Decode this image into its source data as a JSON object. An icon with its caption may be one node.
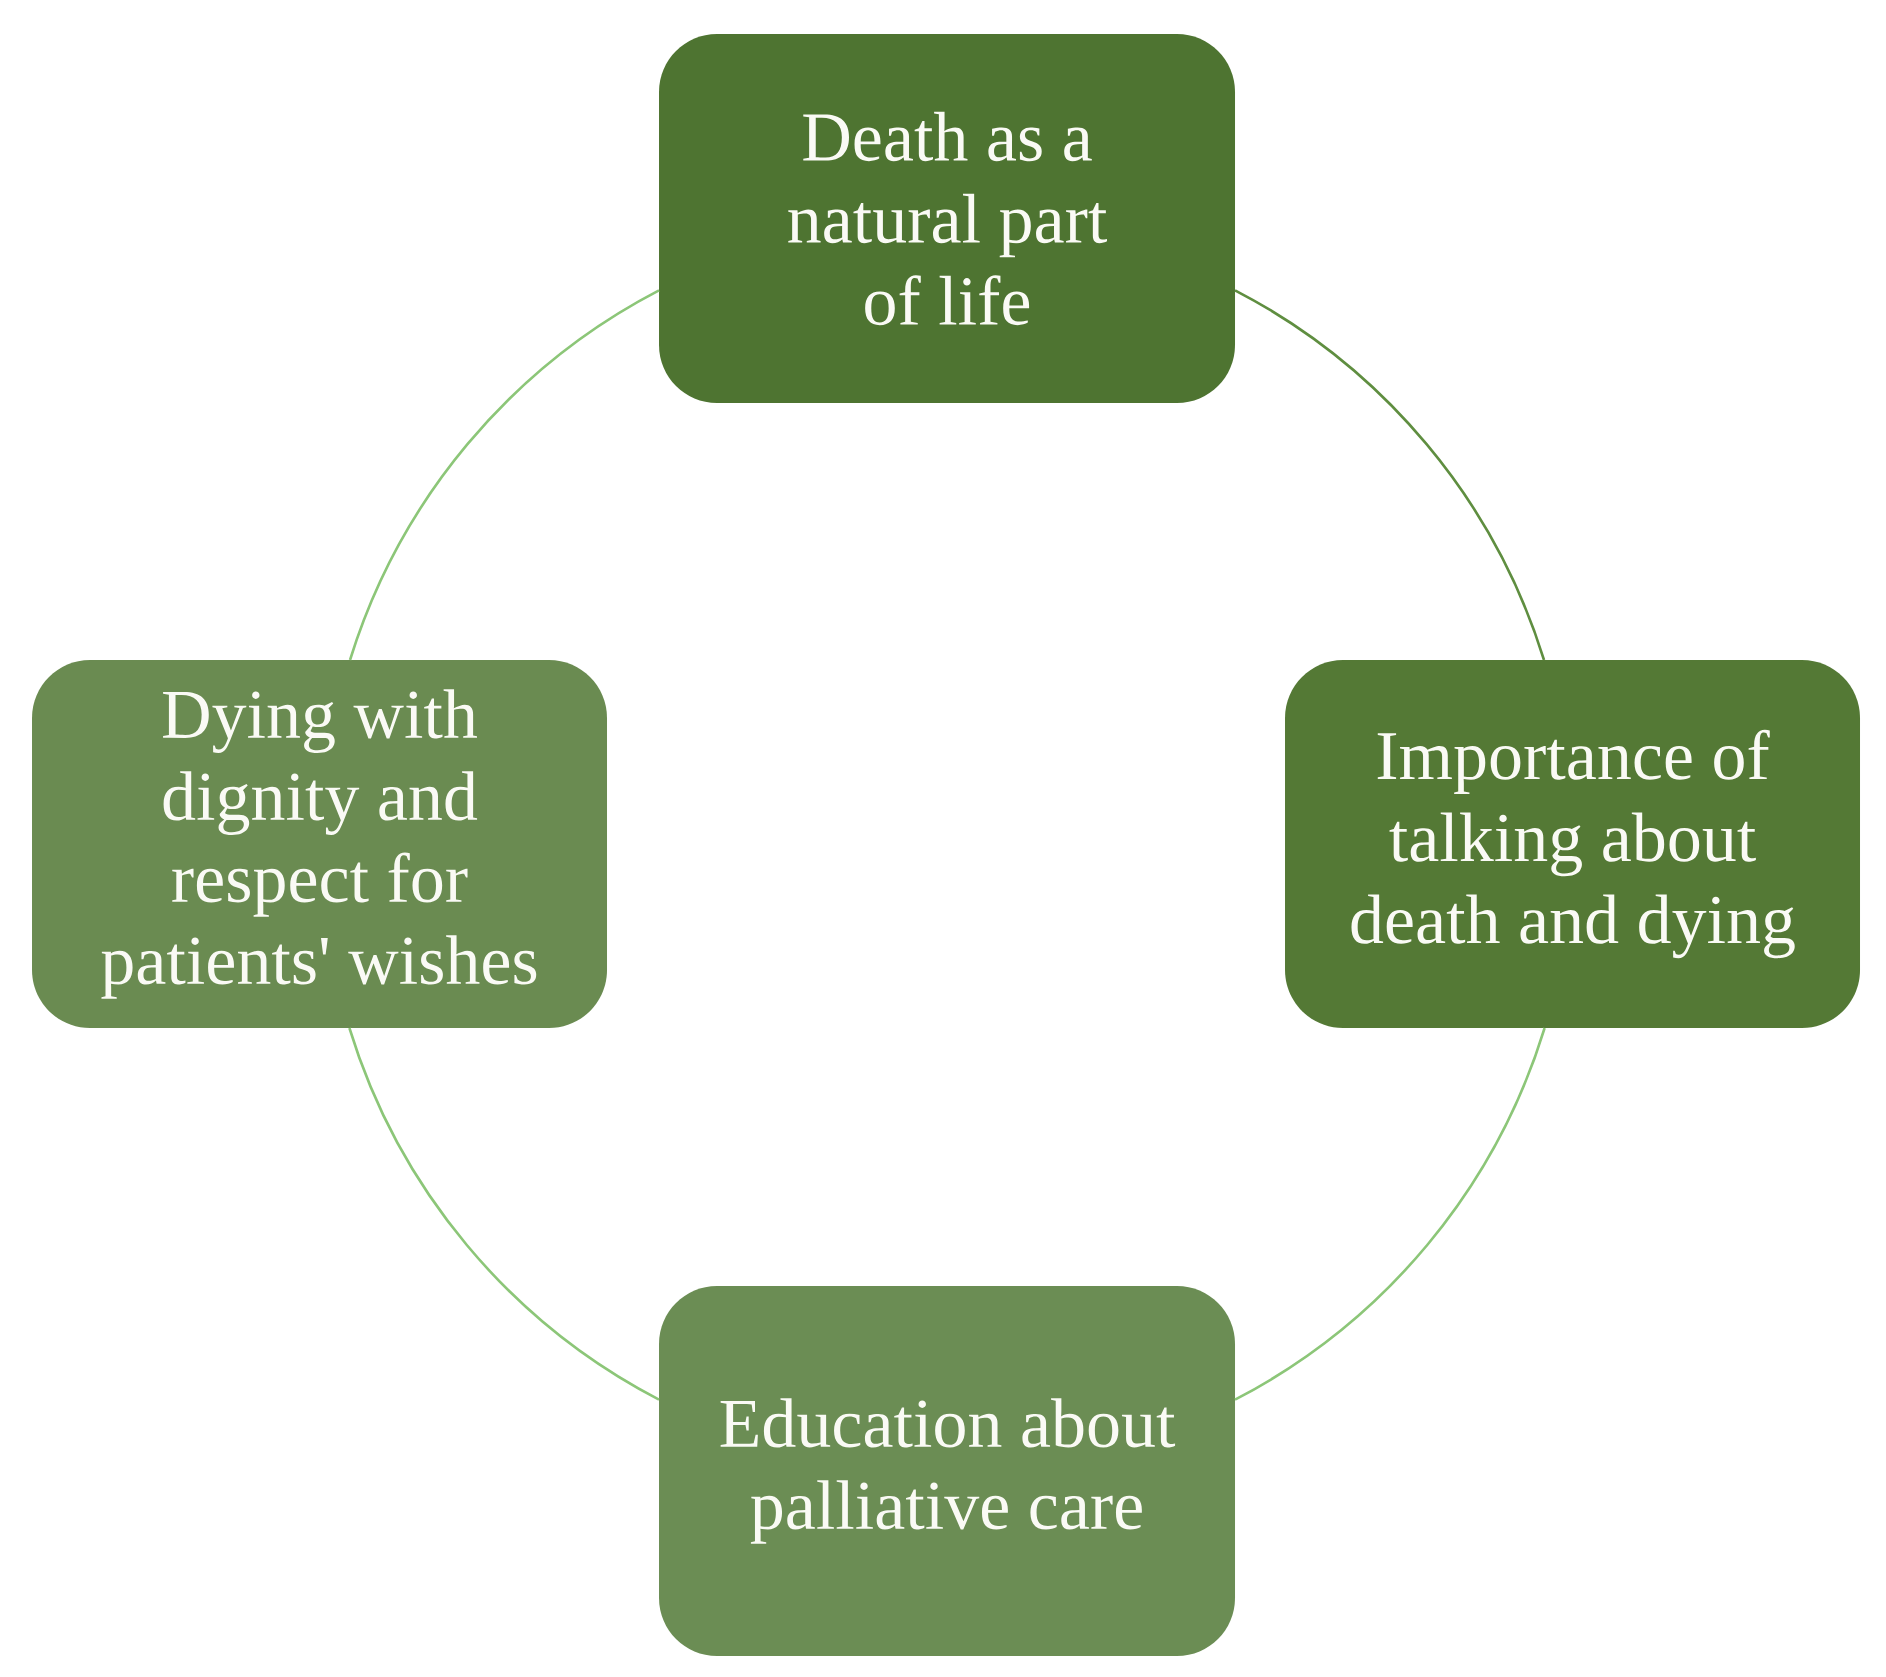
{
  "diagram": {
    "nodes": [
      {
        "text": [
          "Death as a natural part of life"
        ]
      },
      {
        "text": [
          "Dying with dignity and respect for patients' wishes"
        ]
      },
      {
        "text": [
          "Importance of talking about death and dying"
        ]
      },
      {
        "text": [
          "Education about palliative care"
        ]
      }
    ],
    "edges": [
      {
        "from": 0,
        "to": 2,
        "arrow": "none",
        "color": "#5f8e40"
      },
      {
        "from": 2,
        "to": 3,
        "arrow": "none"
      },
      {
        "from": 3,
        "to": 1,
        "arrow": "none"
      },
      {
        "from": 1,
        "to": 0,
        "arrow": "none"
      }
    ]
  }
}
